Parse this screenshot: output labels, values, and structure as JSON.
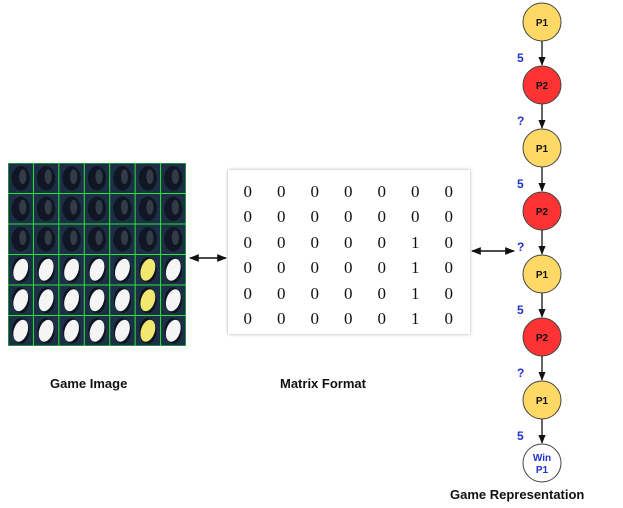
{
  "captions": {
    "game_image": "Game Image",
    "matrix_format": "Matrix Format",
    "game_representation": "Game Representation"
  },
  "colors": {
    "player1_node": "#FFD966",
    "player2_node": "#FF3333",
    "node_border": "#444444",
    "edge_label_text": "#2233CC",
    "board_background": "#1B2F45",
    "board_grid": "#2EE33A",
    "piece_white": "#F5F5F5",
    "piece_yellow": "#F2E870",
    "empty_cell": "#101722"
  },
  "board_cells": [
    [
      "empty",
      "empty",
      "empty",
      "empty",
      "empty",
      "empty",
      "empty"
    ],
    [
      "empty",
      "empty",
      "empty",
      "empty",
      "empty",
      "empty",
      "empty"
    ],
    [
      "empty",
      "empty",
      "empty",
      "empty",
      "empty",
      "empty",
      "empty"
    ],
    [
      "white",
      "white",
      "white",
      "white",
      "white",
      "yellow",
      "white"
    ],
    [
      "white",
      "white",
      "white",
      "white",
      "white",
      "yellow",
      "white"
    ],
    [
      "white",
      "white",
      "white",
      "white",
      "white",
      "yellow",
      "white"
    ]
  ],
  "matrix": [
    [
      "0",
      "0",
      "0",
      "0",
      "0",
      "0",
      "0"
    ],
    [
      "0",
      "0",
      "0",
      "0",
      "0",
      "0",
      "0"
    ],
    [
      "0",
      "0",
      "0",
      "0",
      "0",
      "1",
      "0"
    ],
    [
      "0",
      "0",
      "0",
      "0",
      "0",
      "1",
      "0"
    ],
    [
      "0",
      "0",
      "0",
      "0",
      "0",
      "1",
      "0"
    ],
    [
      "0",
      "0",
      "0",
      "0",
      "0",
      "1",
      "0"
    ]
  ],
  "game_nodes": [
    {
      "label": "P1",
      "player": "P1"
    },
    {
      "label": "P2",
      "player": "P2"
    },
    {
      "label": "P1",
      "player": "P1"
    },
    {
      "label": "P2",
      "player": "P2"
    },
    {
      "label": "P1",
      "player": "P1"
    },
    {
      "label": "P2",
      "player": "P2"
    },
    {
      "label": "P1",
      "player": "P1"
    },
    {
      "label": "Win P1",
      "player": "win"
    }
  ],
  "edge_labels": [
    "5",
    "?",
    "5",
    "?",
    "5",
    "?",
    "5"
  ]
}
